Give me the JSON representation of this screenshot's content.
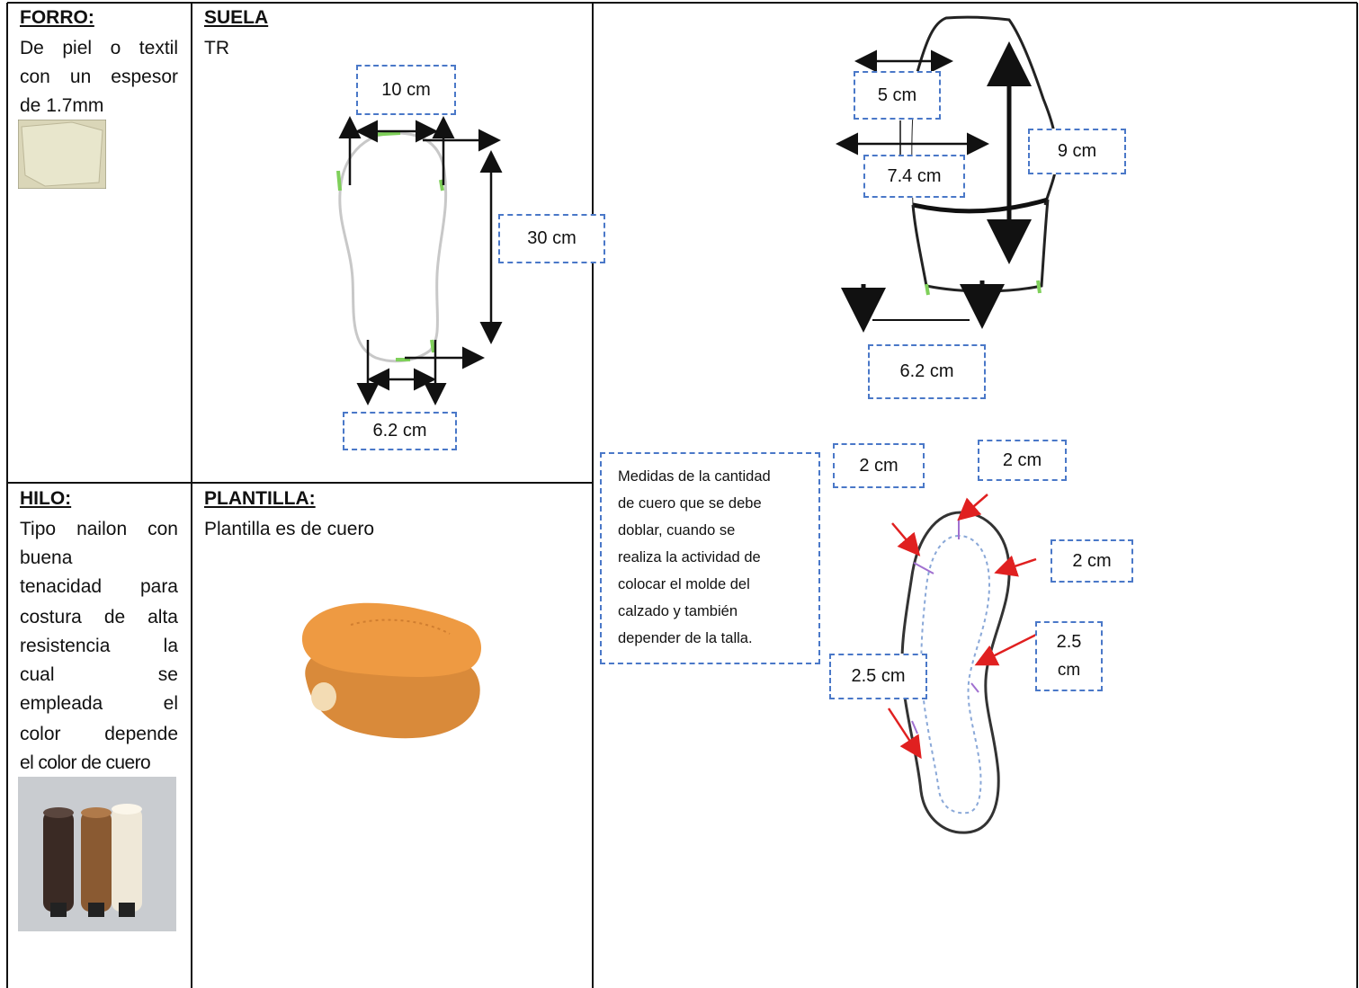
{
  "forro": {
    "heading": "FORRO:",
    "lines": [
      "De piel o textil",
      "con un espesor",
      "de 1.7mm"
    ]
  },
  "suela": {
    "heading": "SUELA",
    "value": "TR",
    "dim_top": "10 cm",
    "dim_length": "30 cm",
    "dim_bottom": "6.2 cm"
  },
  "corte": {
    "dim_a": "5 cm",
    "dim_b": "7.4 cm",
    "dim_height": "9 cm",
    "dim_base": "6.2 cm"
  },
  "hilo": {
    "heading": "HILO:",
    "lines": [
      "Tipo nailon con",
      "buena",
      "tenacidad para",
      "costura de alta",
      "resistencia la",
      "cual se",
      "empleada el",
      "color depende",
      "el color de cuero"
    ]
  },
  "plantilla": {
    "heading": "PLANTILLA:",
    "value": "Plantilla es de cuero"
  },
  "doblado": {
    "note_lines": [
      "Medidas de la cantidad",
      "de cuero que se debe",
      "doblar, cuando se",
      "realiza la actividad de",
      "colocar el molde del",
      "calzado y también",
      "depender de la talla."
    ],
    "dim_1": "2 cm",
    "dim_2": "2 cm",
    "dim_3": "2 cm",
    "dim_4_line1": "2.5",
    "dim_4_line2": "cm",
    "dim_5": "2.5 cm"
  },
  "colors": {
    "border": "#111111",
    "dash": "#4a78c8",
    "arrow_red": "#e02020",
    "tick_green": "#7fd05a",
    "tick_purple": "#a070d0",
    "leather": "#e7923a"
  }
}
